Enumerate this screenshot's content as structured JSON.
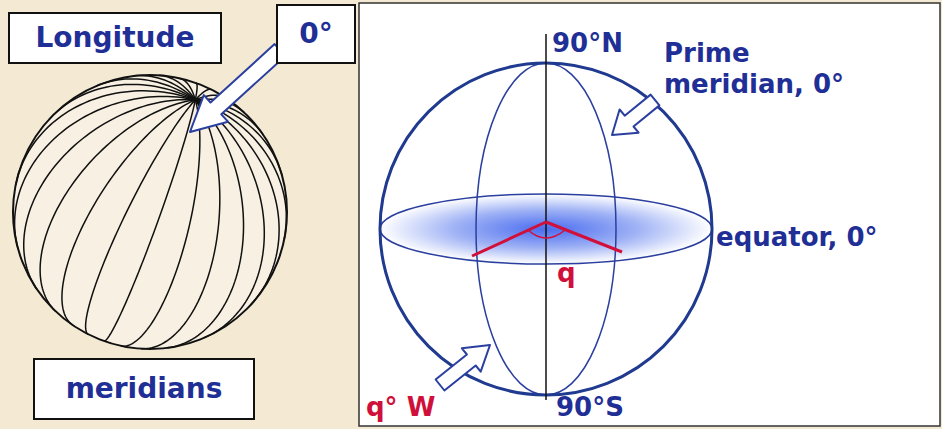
{
  "diagram": {
    "nodes": [
      {
        "text": [
          "Longitude"
        ]
      },
      {
        "text": [
          "0°"
        ]
      },
      {
        "text": [
          "meridians"
        ]
      }
    ],
    "labels": [
      "90°N",
      "Prime meridian, 0°",
      "equator, 0°",
      "q",
      "90°S",
      "q° W"
    ]
  }
}
